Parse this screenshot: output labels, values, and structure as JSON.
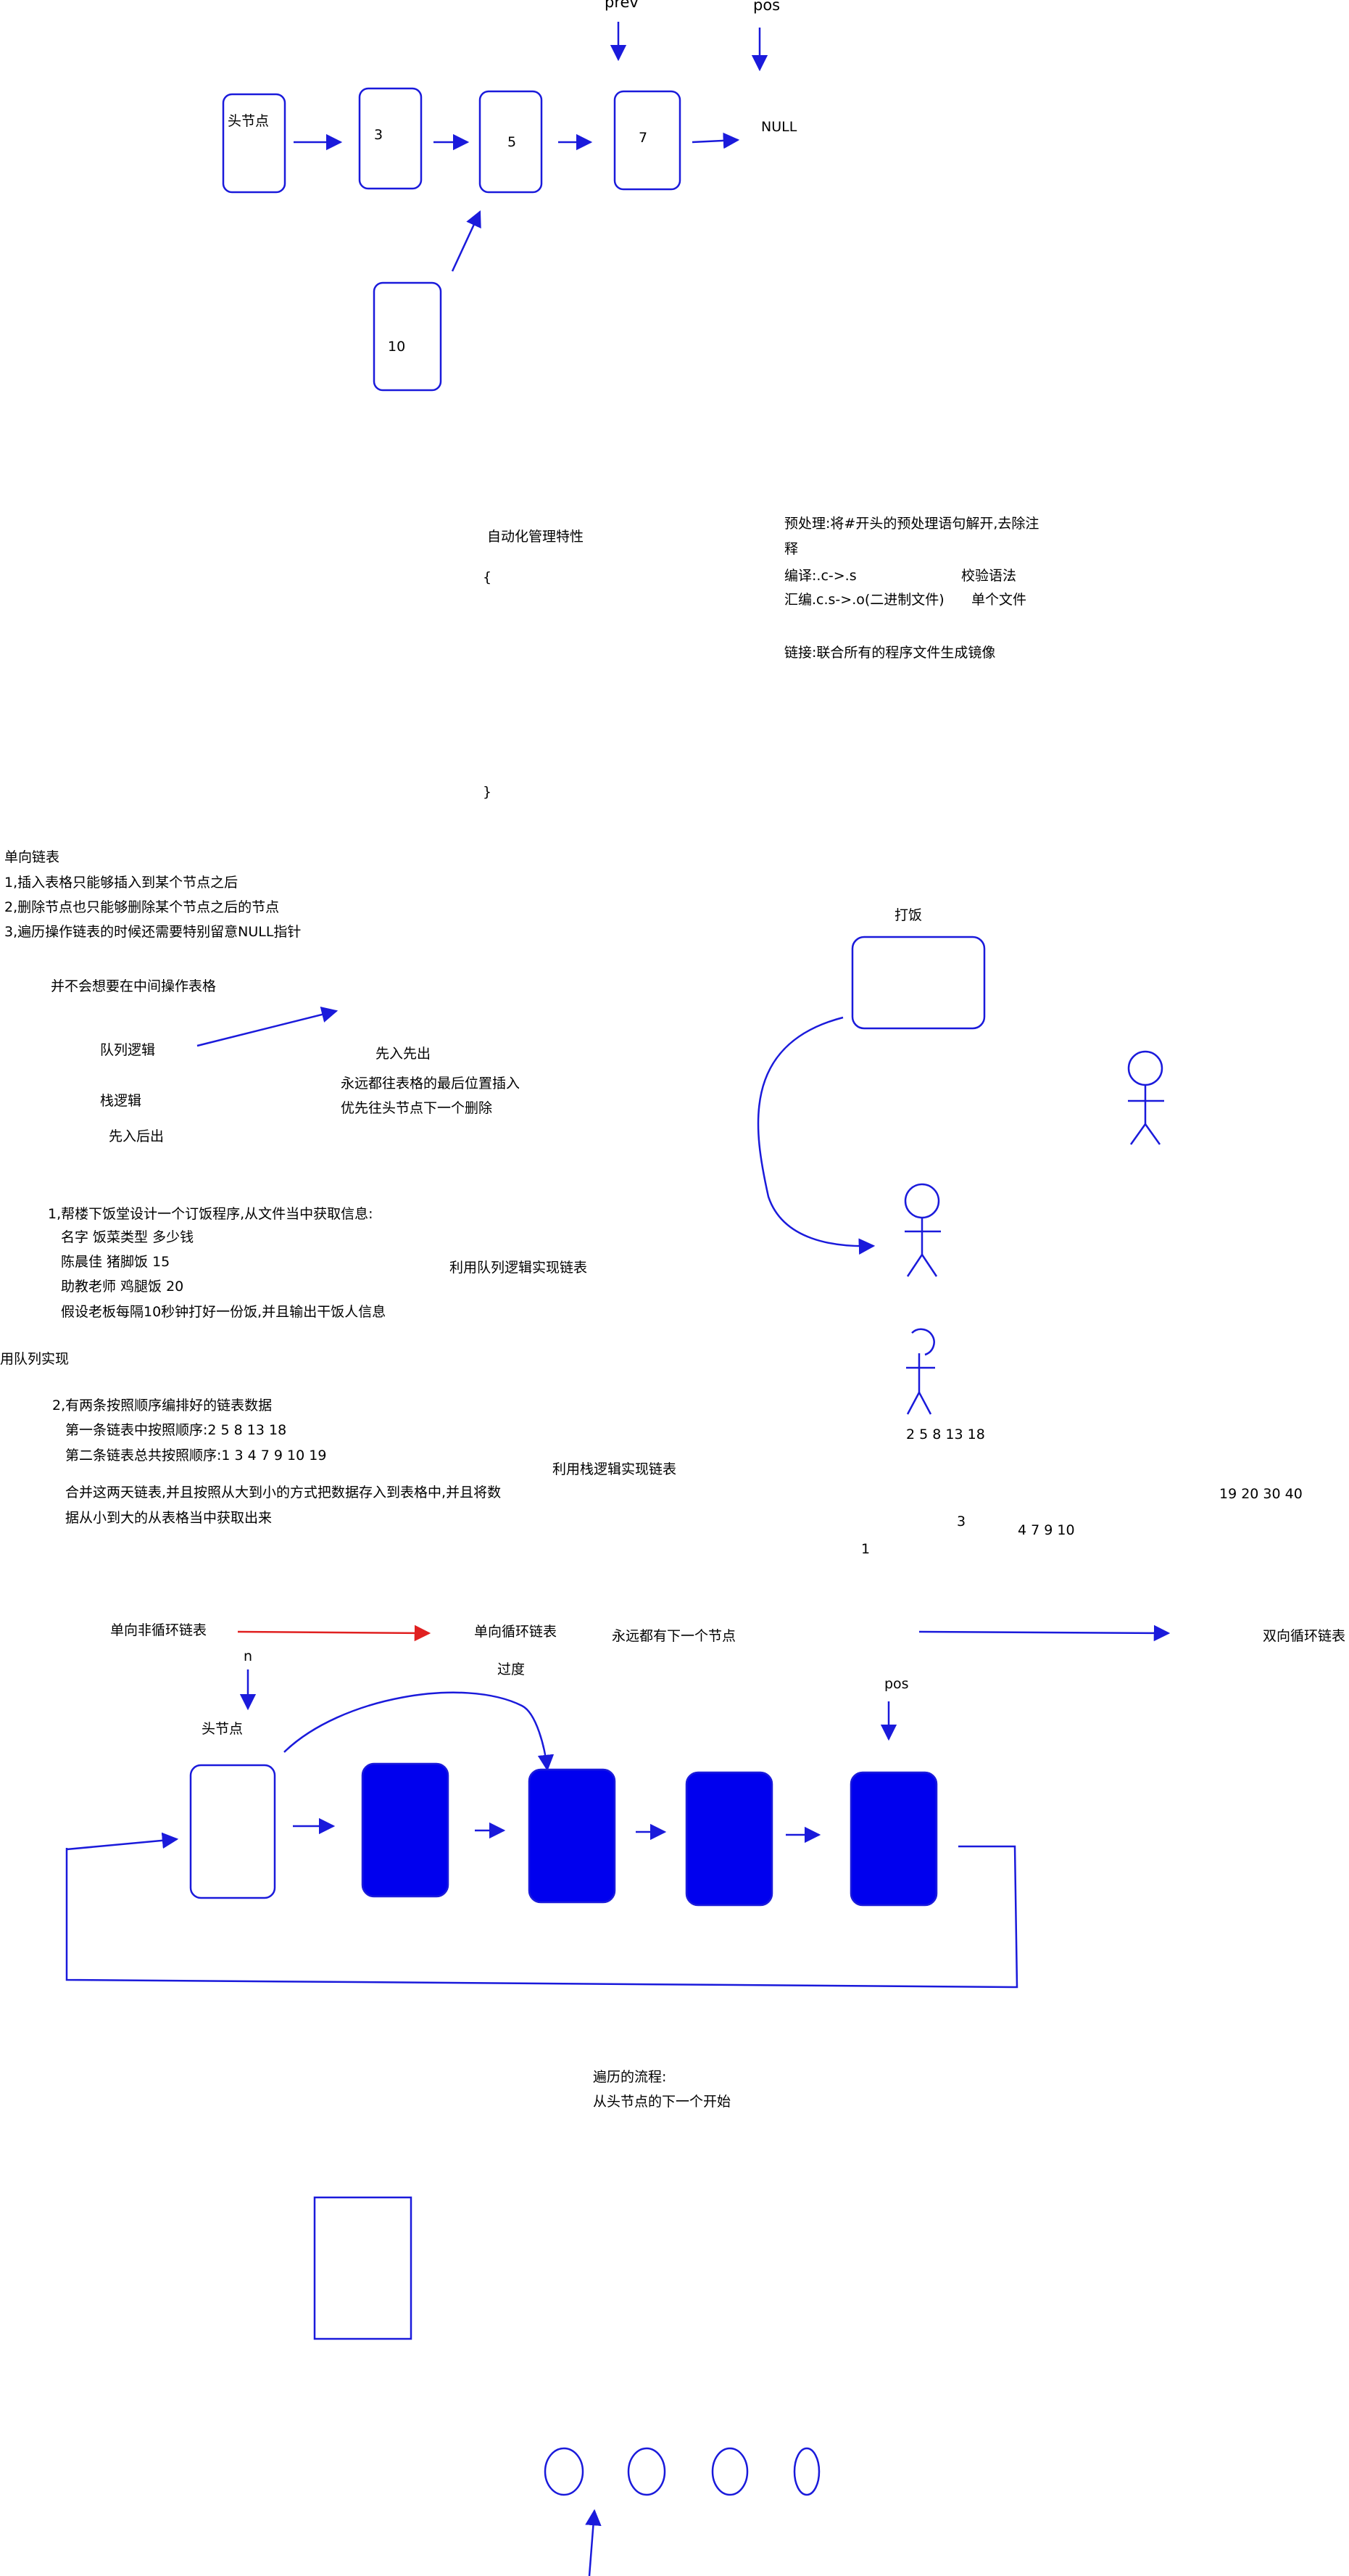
{
  "colors": {
    "ink": "#1a1adb",
    "red": "#e02020",
    "text": "#000000",
    "fill": "#0000ee"
  },
  "diagram1": {
    "labels": {
      "prev": "prev",
      "pos": "pos",
      "null": "NULL"
    },
    "nodes": [
      "头节点",
      "3",
      "5",
      "7"
    ],
    "insert_node": "10"
  },
  "compile_notes": {
    "auto_manage": "自动化管理特性",
    "brace_open": "{",
    "brace_close": "}",
    "preprocess_1": "预处理:将#开头的预处理语句解开,去除注",
    "preprocess_2": "释",
    "compile": "编译:.c->.s",
    "check_syntax": "校验语法",
    "assemble": "汇编.c.s->.o(二进制文件)",
    "single_file": "单个文件",
    "link": "链接:联合所有的程序文件生成镜像"
  },
  "linked_list_notes": {
    "title": "单向链表",
    "rules": [
      "1,插入表格只能够插入到某个节点之后",
      "2,删除节点也只能够删除某个节点之后的节点",
      "3,遍历操作链表的时候还需要特别留意NULL指针"
    ],
    "no_middle": "并不会想要在中间操作表格",
    "queue_logic": "队列逻辑",
    "stack_logic": "栈逻辑",
    "lifo": "先入后出",
    "fifo": "先入先出",
    "tail_insert": "永远都往表格的最后位置插入",
    "head_delete": "优先往头节点下一个删除"
  },
  "rice_scene": {
    "label": "打饭"
  },
  "task1": {
    "title": "1,帮楼下饭堂设计一个订饭程序,从文件当中获取信息:",
    "header": "名字 饭菜类型 多少钱",
    "rows": [
      "陈晨佳 猪脚饭 15",
      "助教老师 鸡腿饭 20"
    ],
    "note": "假设老板每隔10秒钟打好一份饭,并且输出干饭人信息",
    "queue_impl": "利用队列逻辑实现链表",
    "use_queue": "用队列实现"
  },
  "task2": {
    "title": "2,有两条按照顺序编排好的链表数据",
    "list1": "第一条链表中按照顺序:2   5   8   13   18",
    "list2": "第二条链表总共按照顺序:1   3   4   7   9   10   19",
    "merge_1": "合并这两天链表,并且按照从大到小的方式把数据存入到表格中,并且将数",
    "merge_2": "据从小到大的从表格当中获取出来",
    "stack_impl": "利用栈逻辑实现链表",
    "nums_a": "2    5   8   13   18",
    "nums_b": "19     20    30    40",
    "num_3": "3",
    "nums_c": "4   7   9   10",
    "num_1": "1"
  },
  "circular": {
    "non_circular": "单向非循环链表",
    "circular": "单向循环链表",
    "transition": "过度",
    "always_next": "永远都有下一个节点",
    "doubly": "双向循环链表",
    "n": "n",
    "head": "头节点",
    "pos": "pos"
  },
  "traverse": {
    "title": "遍历的流程:",
    "step": "从头节点的下一个开始"
  }
}
